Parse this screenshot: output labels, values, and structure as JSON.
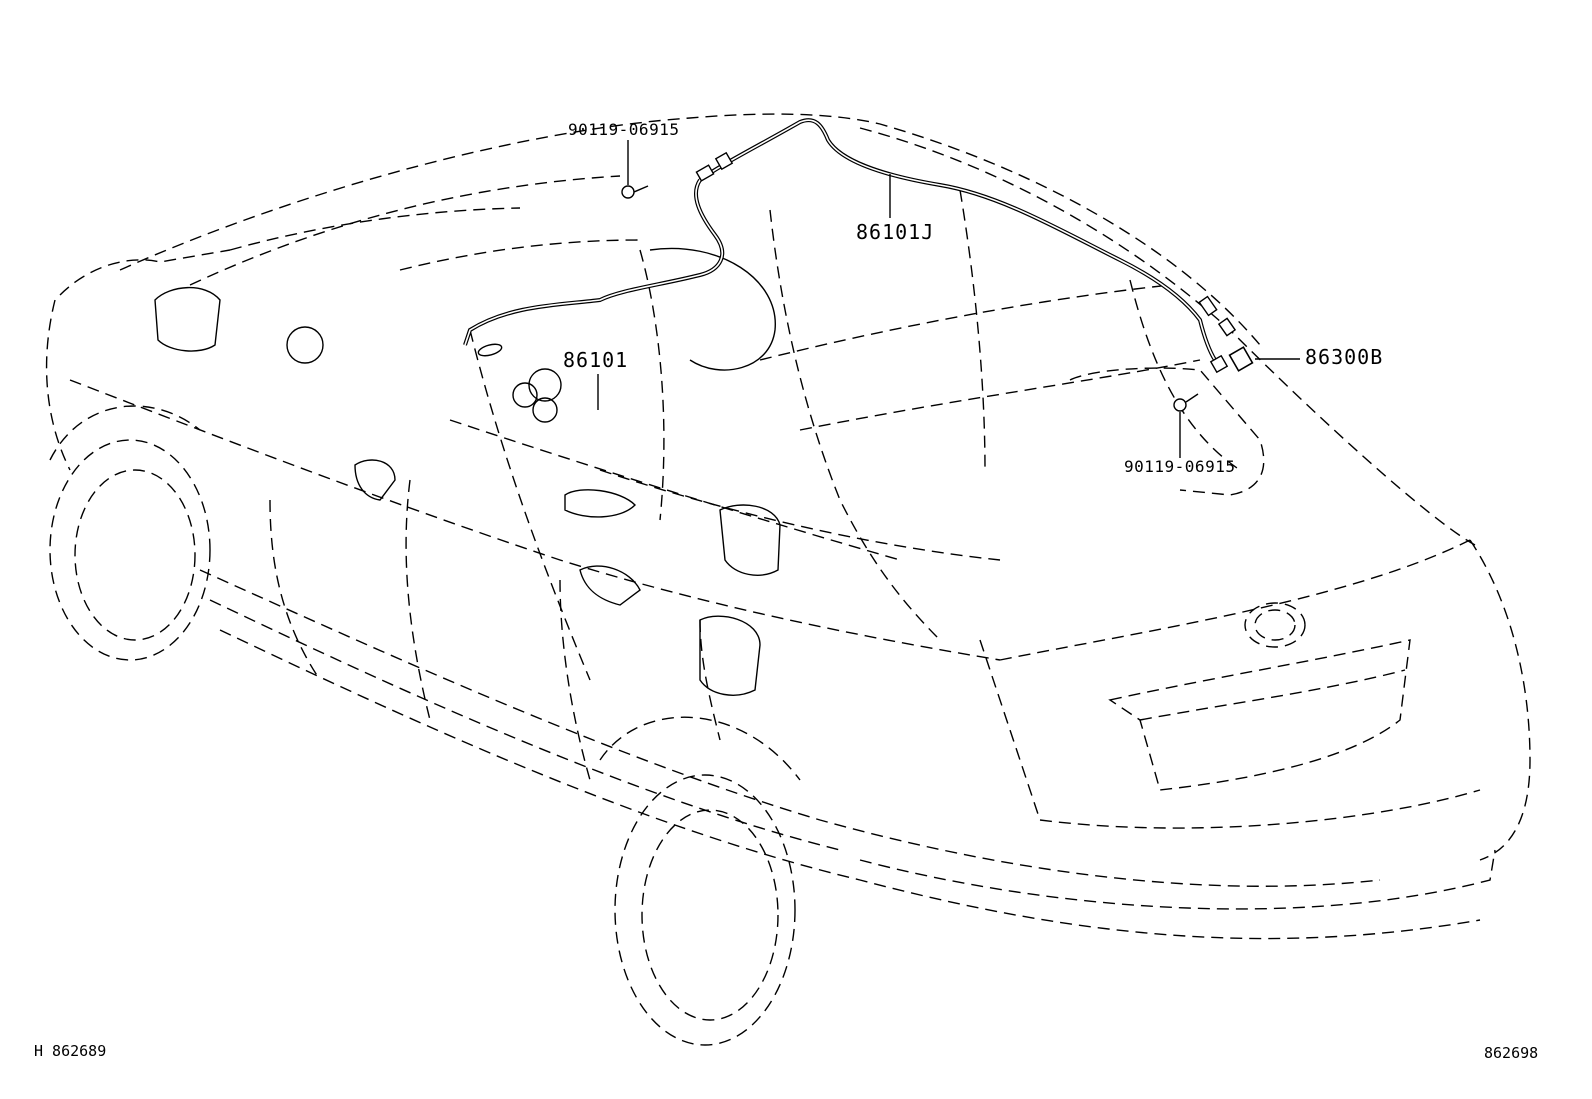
{
  "diagram": {
    "callouts": [
      {
        "id": "bolt-front",
        "text": "90119-06915"
      },
      {
        "id": "antenna-cord",
        "text": "86101J"
      },
      {
        "id": "antenna-assy",
        "text": "86101"
      },
      {
        "id": "amplifier",
        "text": "86300B"
      },
      {
        "id": "bolt-rear",
        "text": "90119-06915"
      }
    ],
    "footer_left": "H  862689",
    "footer_right": "862698"
  }
}
